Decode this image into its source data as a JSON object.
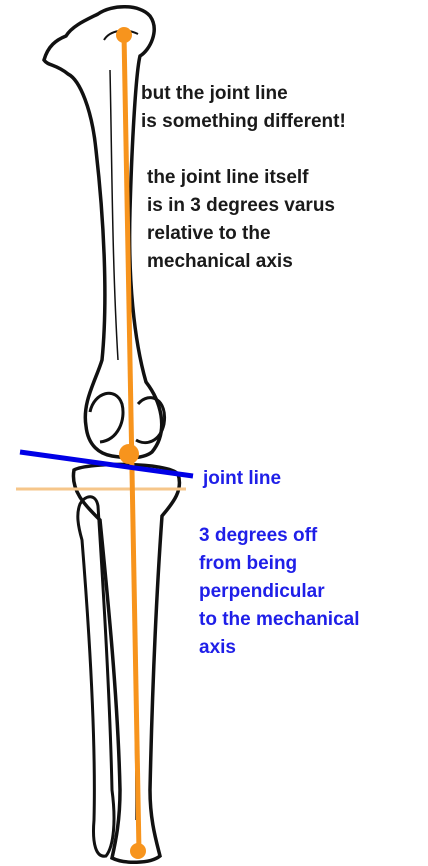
{
  "annotations": {
    "top_note": [
      "but the joint line",
      "is something different!"
    ],
    "varus_note": [
      "the joint line itself",
      "is in 3 degrees varus",
      "relative to the",
      "mechanical axis"
    ],
    "joint_line_label": "joint line",
    "perpendicular_note": [
      "3 degrees off",
      "from being",
      "perpendicular",
      "to the mechanical",
      "axis"
    ]
  },
  "colors": {
    "mechanical_axis": "#f7941d",
    "joint_line": "#0000e6",
    "perpendicular_reference": "#f6c68a",
    "blue_text": "#1f1fe8",
    "dark_text": "#1a1a1a",
    "bone_outline": "#111111"
  }
}
